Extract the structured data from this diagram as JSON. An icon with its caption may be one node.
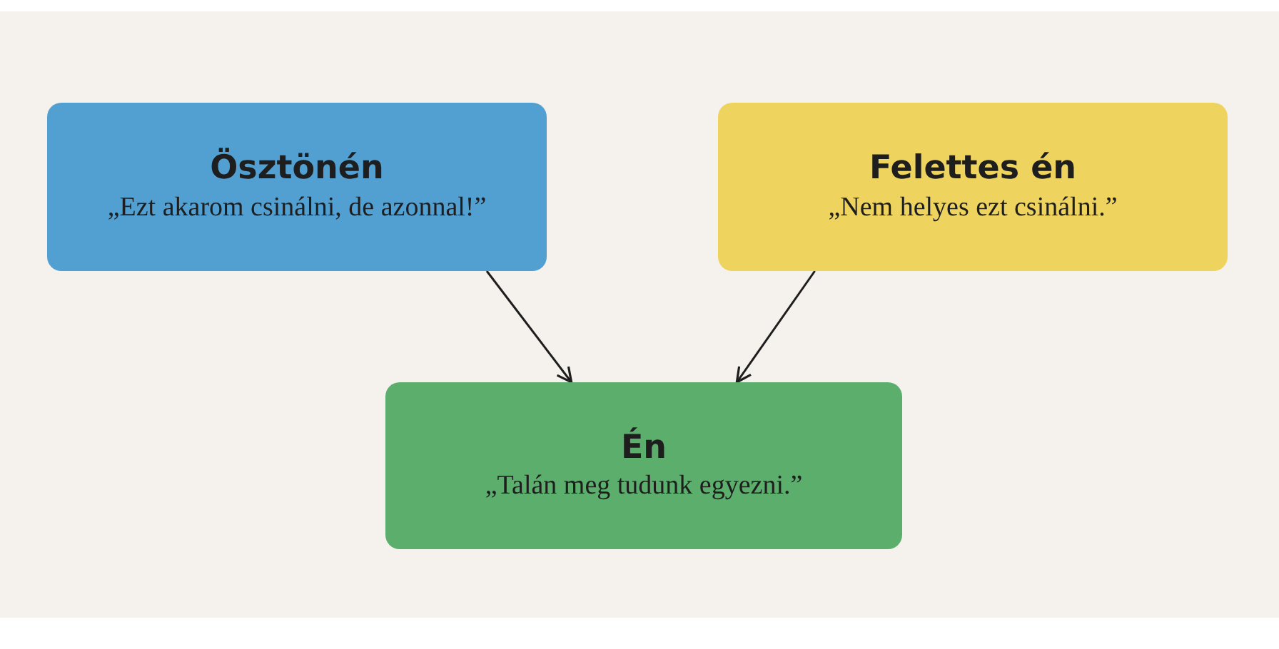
{
  "diagram": {
    "nodes": [
      {
        "text": [
          "Ösztönén",
          "„Ezt akarom csinálni, de azonnal!”"
        ]
      },
      {
        "text": [
          "Felettes én",
          "„Nem helyes ezt csinálni.”"
        ]
      },
      {
        "text": [
          "Én",
          "„Talán meg tudunk egyezni.”"
        ]
      }
    ],
    "edges": [
      {
        "from": 0,
        "to": 2,
        "arrow": "to"
      },
      {
        "from": 1,
        "to": 2,
        "arrow": "to"
      }
    ]
  }
}
